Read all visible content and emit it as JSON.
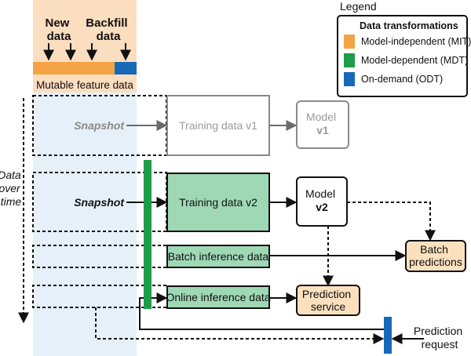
{
  "feature_store": {
    "new_data_label": [
      "New",
      "data"
    ],
    "backfill_label": [
      "Backfill",
      "data"
    ],
    "mutable_label": "Mutable feature data"
  },
  "legend": {
    "title": "Legend",
    "heading": "Data transformations",
    "items": [
      {
        "label": "Model-independent (MIT)",
        "color": "#F4A444"
      },
      {
        "label": "Model-dependent (MDT)",
        "color": "#1E9C47"
      },
      {
        "label": "On-demand (ODT)",
        "color": "#1769B8"
      }
    ]
  },
  "time_axis": {
    "label": [
      "Data",
      "over",
      "time"
    ]
  },
  "snapshots": [
    "Snapshot",
    "Snapshot"
  ],
  "boxes": {
    "training_v1": "Training data v1",
    "training_v2": "Training data v2",
    "batch_inference": "Batch inference data",
    "online_inference": "Online inference data",
    "model_v1": [
      "Model",
      "v1"
    ],
    "model_v2": [
      "Model",
      "v2"
    ],
    "batch_predictions": [
      "Batch",
      "predictions"
    ],
    "prediction_service": [
      "Prediction",
      "service"
    ],
    "prediction_request": [
      "Prediction",
      "request"
    ]
  },
  "colors": {
    "mit_orange": "#F4A444",
    "mdt_green": "#1E9C47",
    "odt_blue": "#1769B8",
    "feature_bg": "#FBDDBF",
    "mutable_bg": "#E5F0F8",
    "green_fill": "#9ED8B5",
    "peach_fill": "#FBE0BE"
  }
}
